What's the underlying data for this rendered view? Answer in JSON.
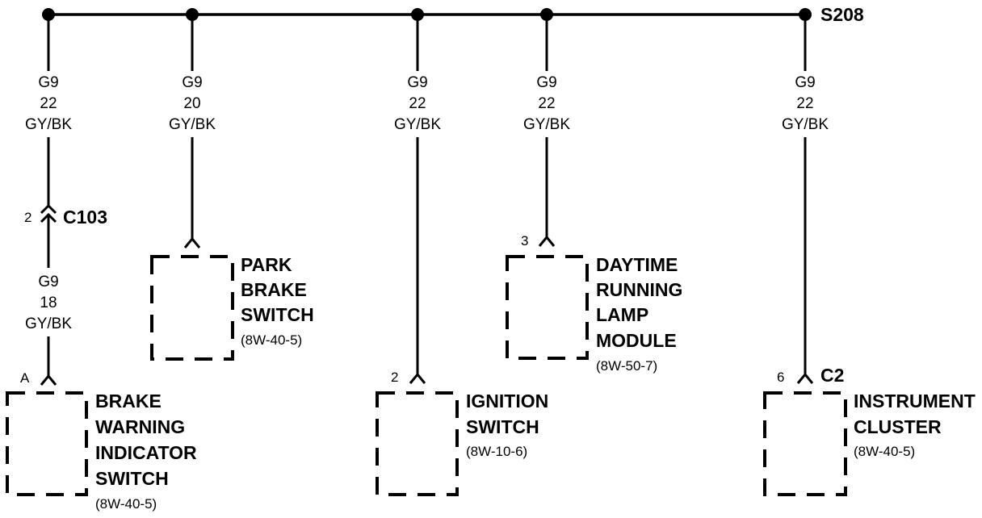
{
  "splice": {
    "label": "S208"
  },
  "wires": [
    {
      "circuit": "G9",
      "gauge": "22",
      "color": "GY/BK"
    },
    {
      "circuit": "G9",
      "gauge": "20",
      "color": "GY/BK"
    },
    {
      "circuit": "G9",
      "gauge": "22",
      "color": "GY/BK"
    },
    {
      "circuit": "G9",
      "gauge": "22",
      "color": "GY/BK"
    },
    {
      "circuit": "G9",
      "gauge": "22",
      "color": "GY/BK"
    },
    {
      "circuit": "G9",
      "gauge": "18",
      "color": "GY/BK"
    }
  ],
  "inline_connector": {
    "name": "C103",
    "pin": "2"
  },
  "components": {
    "brake_warning": {
      "lines": [
        "BRAKE",
        "WARNING",
        "INDICATOR",
        "SWITCH"
      ],
      "ref": "(8W-40-5)",
      "pin": "A"
    },
    "park_brake": {
      "lines": [
        "PARK",
        "BRAKE",
        "SWITCH"
      ],
      "ref": "(8W-40-5)"
    },
    "ignition": {
      "lines": [
        "IGNITION",
        "SWITCH"
      ],
      "ref": "(8W-10-6)",
      "pin": "2"
    },
    "drl_module": {
      "lines": [
        "DAYTIME",
        "RUNNING",
        "LAMP",
        "MODULE"
      ],
      "ref": "(8W-50-7)",
      "pin": "3"
    },
    "cluster": {
      "lines": [
        "INSTRUMENT",
        "CLUSTER"
      ],
      "ref": "(8W-40-5)",
      "pin": "6",
      "connector": "C2"
    }
  }
}
